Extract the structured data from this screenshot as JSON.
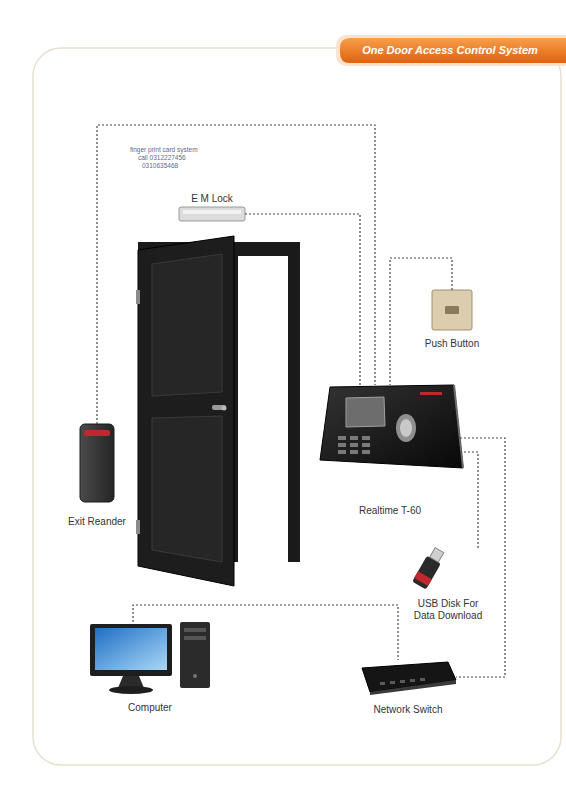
{
  "diagram": {
    "title": "One Door Access Control System",
    "nodes": [
      {
        "text": [
          "E M Lock"
        ]
      },
      {
        "text": [
          "Push Button"
        ]
      },
      {
        "text": [
          "Realtime T-60"
        ]
      },
      {
        "text": [
          "Exit Reander"
        ]
      },
      {
        "text": [
          "USB Disk For Data Download"
        ]
      },
      {
        "text": [
          "Computer"
        ]
      },
      {
        "text": [
          "Network Switch"
        ]
      }
    ],
    "edges": [
      {
        "from": 3,
        "to": 2,
        "arrow": "none"
      },
      {
        "from": 0,
        "to": 2,
        "arrow": "none"
      },
      {
        "from": 1,
        "to": 2,
        "arrow": "none"
      },
      {
        "from": 2,
        "to": 4,
        "arrow": "none"
      },
      {
        "from": 2,
        "to": 6,
        "arrow": "none"
      },
      {
        "from": 5,
        "to": 6,
        "arrow": "none"
      }
    ],
    "labels": [
      "finger print card system",
      "call 0312227456",
      "0310635468"
    ]
  }
}
